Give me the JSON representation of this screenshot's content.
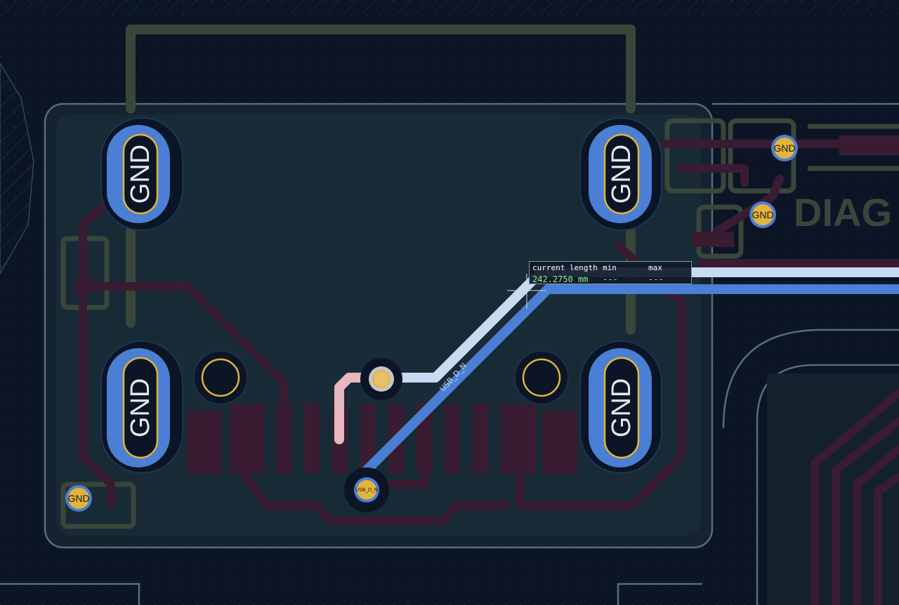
{
  "colors": {
    "background": "#0b1526",
    "board_fill": "#14232f",
    "outline": "#5b6a7e",
    "copper_back": "#3a1c32",
    "silk_olive": "#39463a",
    "pad_blue": "#4a7fd4",
    "pad_ring": "#e3b43b",
    "trace_light": "#c9dbf2",
    "trace_blue": "#4a7fd4",
    "trace_pink": "#e8b7c0",
    "via_gold": "#e3b43b"
  },
  "pads": [
    {
      "label": "GND"
    },
    {
      "label": "GND"
    },
    {
      "label": "GND"
    },
    {
      "label": "GND"
    }
  ],
  "vias": {
    "gnd_label": "GND",
    "usb_label": "USB_D_N"
  },
  "trace": {
    "net_label": "USB_D_N"
  },
  "silkscreen": {
    "text": "DIAG"
  },
  "length_tuner": {
    "header_current": "current length",
    "header_min": "min",
    "header_max": "max",
    "current_value": "242.2750 mm",
    "min_value": "---",
    "max_value": "---"
  }
}
